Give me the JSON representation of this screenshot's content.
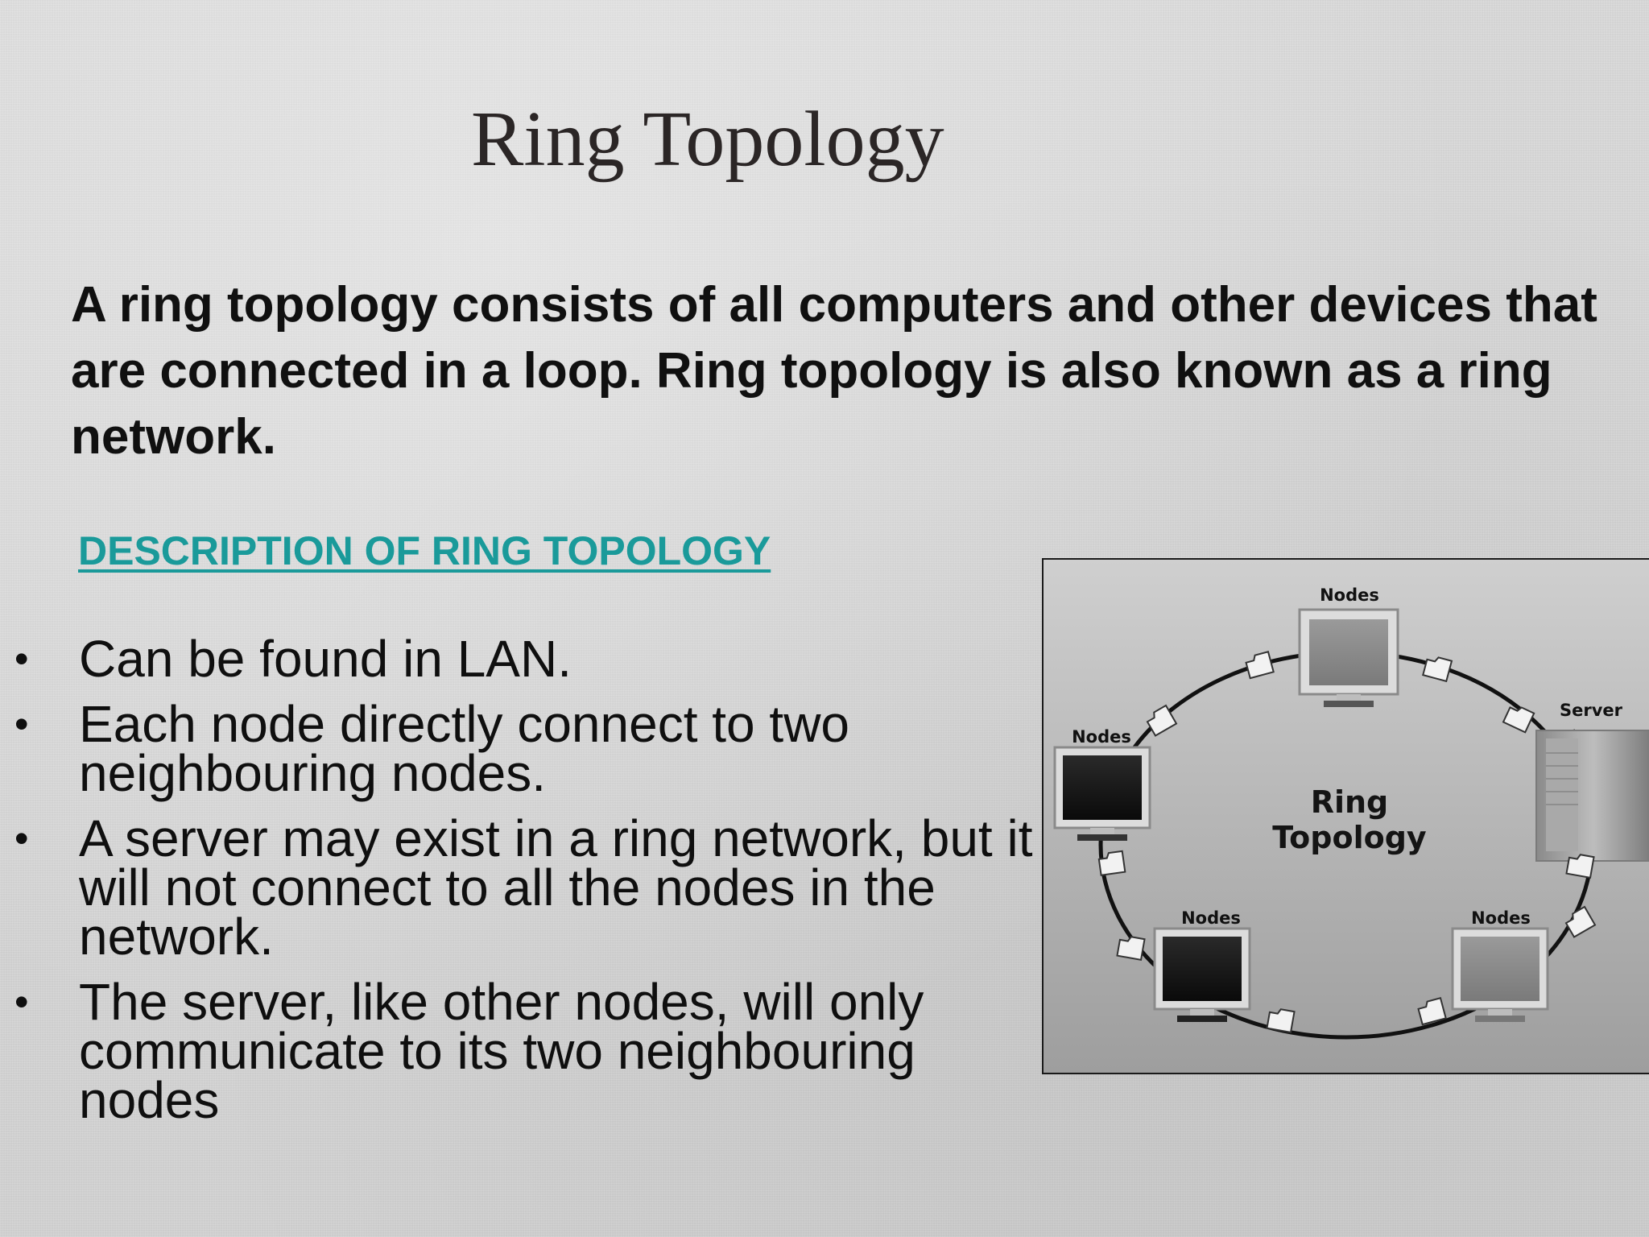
{
  "slide": {
    "title": "Ring Topology",
    "intro": "A ring topology consists of all computers and other devices that are connected in a loop. Ring topology is also known as a ring network.",
    "section_heading": "DESCRIPTION OF RING TOPOLOGY",
    "bullet_symbol": "•",
    "bullets": [
      "Can be found in LAN.",
      "Each node directly connect to two neighbouring nodes.",
      "A server may exist in a ring network, but it will not connect to all the nodes in the network.",
      "The server, like other nodes, will only communicate to its two neighbouring nodes"
    ]
  },
  "diagram": {
    "center_label_line1": "Ring",
    "center_label_line2": "Topology",
    "labels": {
      "top": "Nodes",
      "left": "Nodes",
      "right": "Server",
      "bottom_left": "Nodes",
      "bottom_right": "Nodes"
    }
  },
  "colors": {
    "heading_link": "#1a9a9a",
    "title_text": "#2b2626",
    "body_text": "#101010"
  }
}
